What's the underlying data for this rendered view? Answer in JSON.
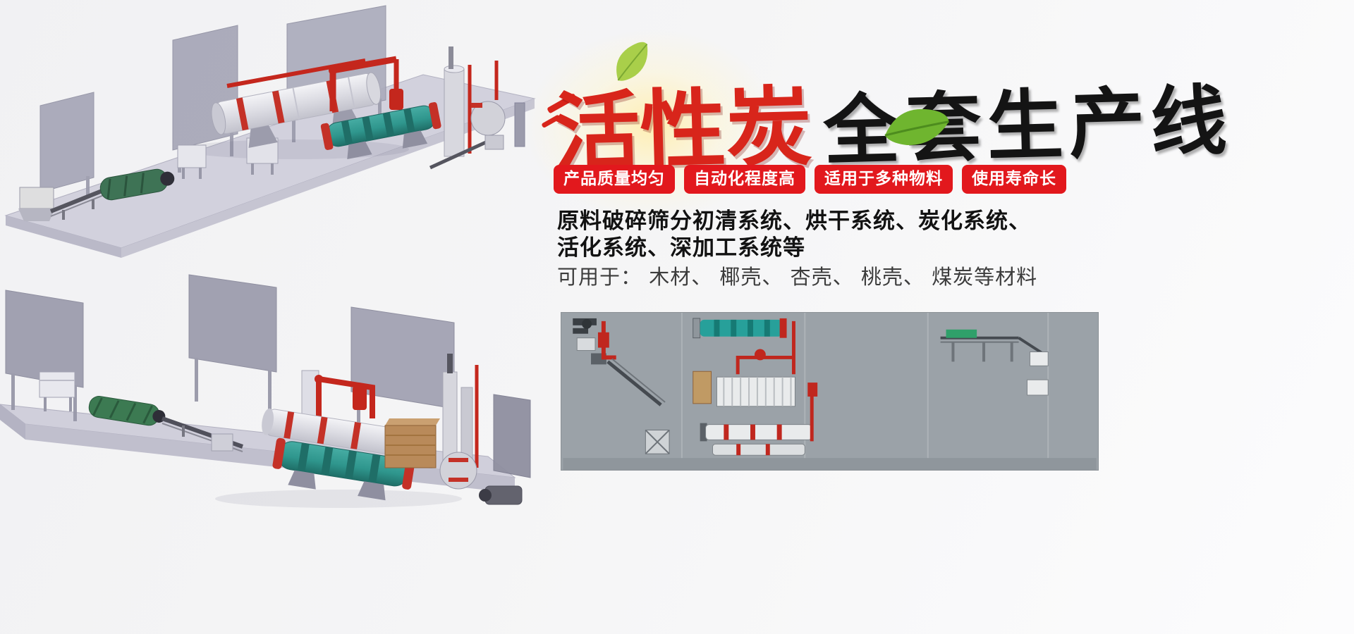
{
  "banner": {
    "title": {
      "red": "活性炭",
      "dark": "全套生产线"
    },
    "badges": [
      "产品质量均匀",
      "自动化程度高",
      "适用于多种物料",
      "使用寿命长"
    ],
    "description": {
      "bold_line1": "原料破碎筛分初清系统、烘干系统、炭化系统、",
      "bold_line2": "活化系统、深加工系统等",
      "usage_line": "可用于： 木材、 椰壳、 杏壳、 桃壳、 煤炭等材料"
    },
    "colors": {
      "badge_red": "#e2181d",
      "title_red": "#d8251b",
      "title_dark": "#141414",
      "leaf_green": "#7cbf3f",
      "page_background": "#f3f3f5",
      "diagram_background": "#9ba2a8",
      "machine_teal": "#2f968d",
      "machine_red": "#c4271d"
    }
  }
}
